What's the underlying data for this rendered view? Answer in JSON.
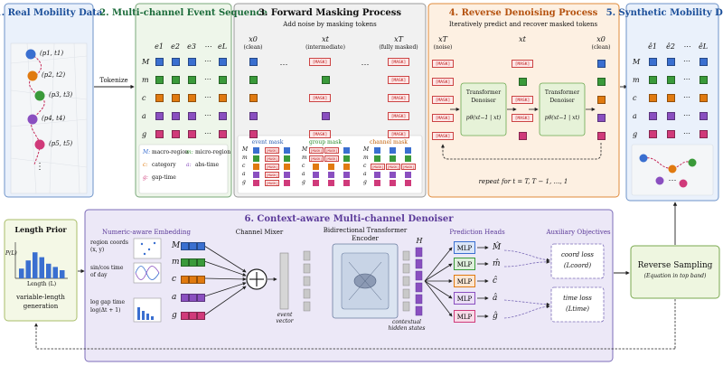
{
  "panels": {
    "p1": {
      "title": "1. Real Mobility Data",
      "points": [
        "(p1, t1)",
        "(p2, t2)",
        "(p3, t3)",
        "(p4, t4)",
        "(p5, t5)"
      ],
      "ellipsis": "⋮"
    },
    "tokenize": "Tokenize",
    "p2": {
      "title": "2. Multi-channel Event Sequence",
      "cols": [
        "e1",
        "e2",
        "e3",
        "⋯",
        "eL"
      ],
      "rows": [
        "M",
        "m",
        "c",
        "a",
        "g"
      ],
      "legend": [
        {
          "sym": "M:",
          "text": "macro-region",
          "color": "#3a6fd0"
        },
        {
          "sym": "m:",
          "text": "micro-region",
          "color": "#3a9a3a"
        },
        {
          "sym": "c:",
          "text": "category",
          "color": "#e07a10"
        },
        {
          "sym": "a:",
          "text": "abs-time",
          "color": "#8a4fc0"
        },
        {
          "sym": "g:",
          "text": "gap-time",
          "color": "#d03a7a"
        }
      ]
    },
    "p3": {
      "title": "3. Forward Masking Process",
      "subtitle": "Add noise by masking tokens",
      "x0": "x0",
      "x0_sub": "(clean)",
      "xt": "xt",
      "xt_sub": "(intermediate)",
      "xT": "xT",
      "xT_sub": "(fully masked)",
      "mask": "[MASK]",
      "dots": "⋯",
      "modes": [
        "event mask",
        "group mask",
        "channel mask"
      ]
    },
    "p4": {
      "title": "4. Reverse Denoising Process",
      "subtitle": "Iteratively predict and recover masked tokens",
      "xT": "xT",
      "xT_sub": "(noise)",
      "xt": "xt",
      "x0": "x0",
      "x0_sub": "(clean)",
      "denoiser1": [
        "Transformer",
        "Denoiser",
        "pθ(xt−1 | xt)"
      ],
      "denoiser2": [
        "Transformer",
        "Denoiser",
        "pθ(xt−1 | xt)"
      ],
      "repeat": "repeat for t = T, T − 1, …, 1"
    },
    "p5": {
      "title": "5. Synthetic Mobility Data",
      "cols": [
        "ê1",
        "ê2",
        "⋯",
        "êL"
      ],
      "rows": [
        "M",
        "m",
        "c",
        "a",
        "g"
      ],
      "dots": "⋯"
    },
    "lp": {
      "title": "Length Prior",
      "ylabel": "P(L)",
      "xlabel": "Length (L)",
      "caption1": "variable-length",
      "caption2": "generation",
      "bars": [
        0.3,
        0.55,
        0.8,
        0.65,
        0.45,
        0.35,
        0.25
      ]
    },
    "p6": {
      "title": "6. Context-aware Multi-channel Denoiser",
      "embed_title": "Numeric-aware Embedding",
      "inputs": [
        "region coords",
        "(x, y)",
        "sin/cos time",
        "of day",
        "log gap time",
        "log(Δt + 1)"
      ],
      "channels": [
        "M",
        "m",
        "c",
        "a",
        "g"
      ],
      "mixer": "Channel Mixer",
      "event_vector": [
        "event",
        "vector"
      ],
      "encoder": [
        "Bidirectional Transformer",
        "Encoder"
      ],
      "H": "H",
      "contextual": [
        "contextual",
        "hidden states"
      ],
      "heads_title": "Prediction Heads",
      "mlp": "MLP",
      "outputs": [
        "M̂",
        "m̂",
        "ĉ",
        "â",
        "ĝ"
      ],
      "aux_title": "Auxiliary Objectives",
      "coord_loss": [
        "coord loss",
        "(Lcoord)"
      ],
      "time_loss": [
        "time loss",
        "(Ltime)"
      ]
    },
    "rs": {
      "title": "Reverse Sampling",
      "subtitle": "(Equation in top band)"
    }
  },
  "colors": {
    "M": "#3a6fd0",
    "m": "#3a9a3a",
    "c": "#e07a10",
    "a": "#8a4fc0",
    "g": "#d03a7a",
    "blue_panel": "#eaf1fb",
    "gray_panel": "#f1f1f1",
    "orange_panel": "#fdf0e2",
    "purple_panel": "#ece8f7",
    "green_panel": "#eef6e0"
  }
}
